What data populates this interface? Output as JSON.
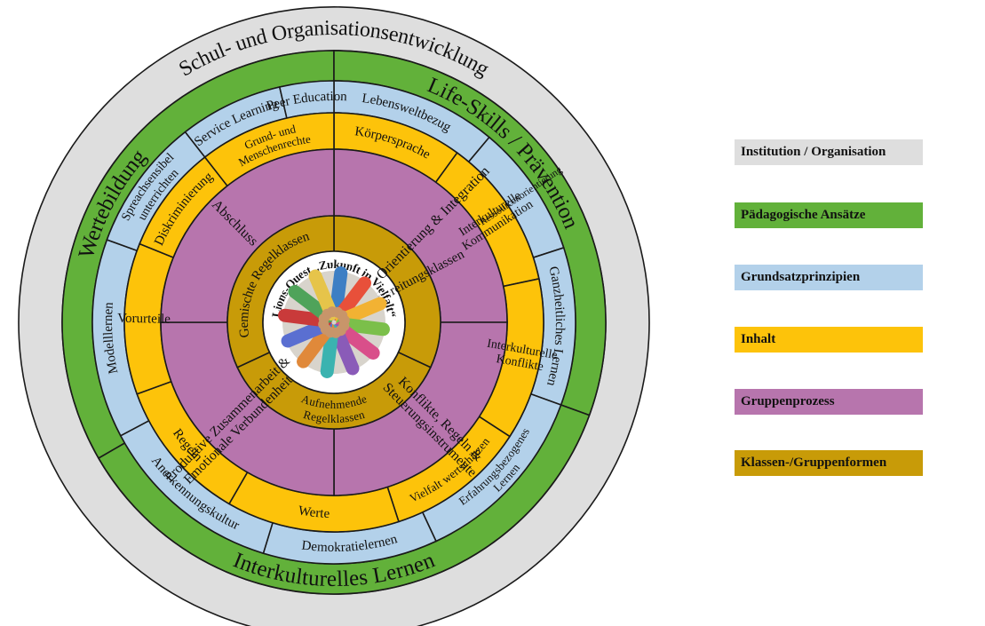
{
  "colors": {
    "institution": "#dedede",
    "paedagogik": "#62b13a",
    "grundsatz": "#b3d1ea",
    "inhalt": "#fdc30a",
    "gruppe": "#b775ad",
    "klassen": "#c89b08",
    "line": "#1a1a1a"
  },
  "legend": [
    {
      "label": "Institution / Organisation",
      "color_key": "institution"
    },
    {
      "label": "Pädagogische Ansätze",
      "color_key": "paedagogik"
    },
    {
      "label": "Grundsatzprinzipien",
      "color_key": "grundsatz"
    },
    {
      "label": "Inhalt",
      "color_key": "inhalt"
    },
    {
      "label": "Gruppenprozess",
      "color_key": "gruppe"
    },
    {
      "label": "Klassen-/Gruppenformen",
      "color_key": "klassen"
    }
  ],
  "diagram": {
    "institution_ring": {
      "label": "Schul- und Organisationsentwicklung"
    },
    "paedagogik_ring": [
      {
        "label": "Wertebildung"
      },
      {
        "label": "Life-Skills / Prävention"
      },
      {
        "label": "Interkulturelles Lernen"
      }
    ],
    "grundsatz_ring": [
      {
        "label": "Lebensweltbezug"
      },
      {
        "label": "Ressourcenorientierung"
      },
      {
        "label": "Ganzheitliches Lernen"
      },
      {
        "label": "Erfahrungsbezogenes Lernen"
      },
      {
        "label": "Demokratielernen"
      },
      {
        "label": "Anerkennungskultur"
      },
      {
        "label": "Modelllernen"
      },
      {
        "label": "Spreachsensibel unterrichten"
      },
      {
        "label": "Service Learning"
      },
      {
        "label": "Peer Education"
      }
    ],
    "inhalt_ring": [
      {
        "label": "Körpersprache"
      },
      {
        "label": "Interkulturelle Kommunikation"
      },
      {
        "label": "Interkulturelle Konflikte"
      },
      {
        "label": "Vielfalt wertschätzen"
      },
      {
        "label": "Werte"
      },
      {
        "label": "Regeln"
      },
      {
        "label": "Vorurteile"
      },
      {
        "label": "Diskriminierung"
      },
      {
        "label": "Grund- und Menschenrechte"
      }
    ],
    "gruppe_ring": [
      {
        "label": "Orientierung & Integration"
      },
      {
        "label": "Konflikte, Regeln & Steuerungsinstrumente"
      },
      {
        "label": "Produktive Zusammenarbeit & Emotionale Verbundenheit"
      },
      {
        "label": "Abschluss"
      }
    ],
    "klassen_ring": [
      {
        "label": "Vorbereitungsklassen"
      },
      {
        "label": "Aufnehmende Regelklassen"
      },
      {
        "label": "Gemischte Regelklassen"
      }
    ],
    "center": {
      "label": "Lions-Quest „Zukunft in Vielfalt“"
    }
  }
}
